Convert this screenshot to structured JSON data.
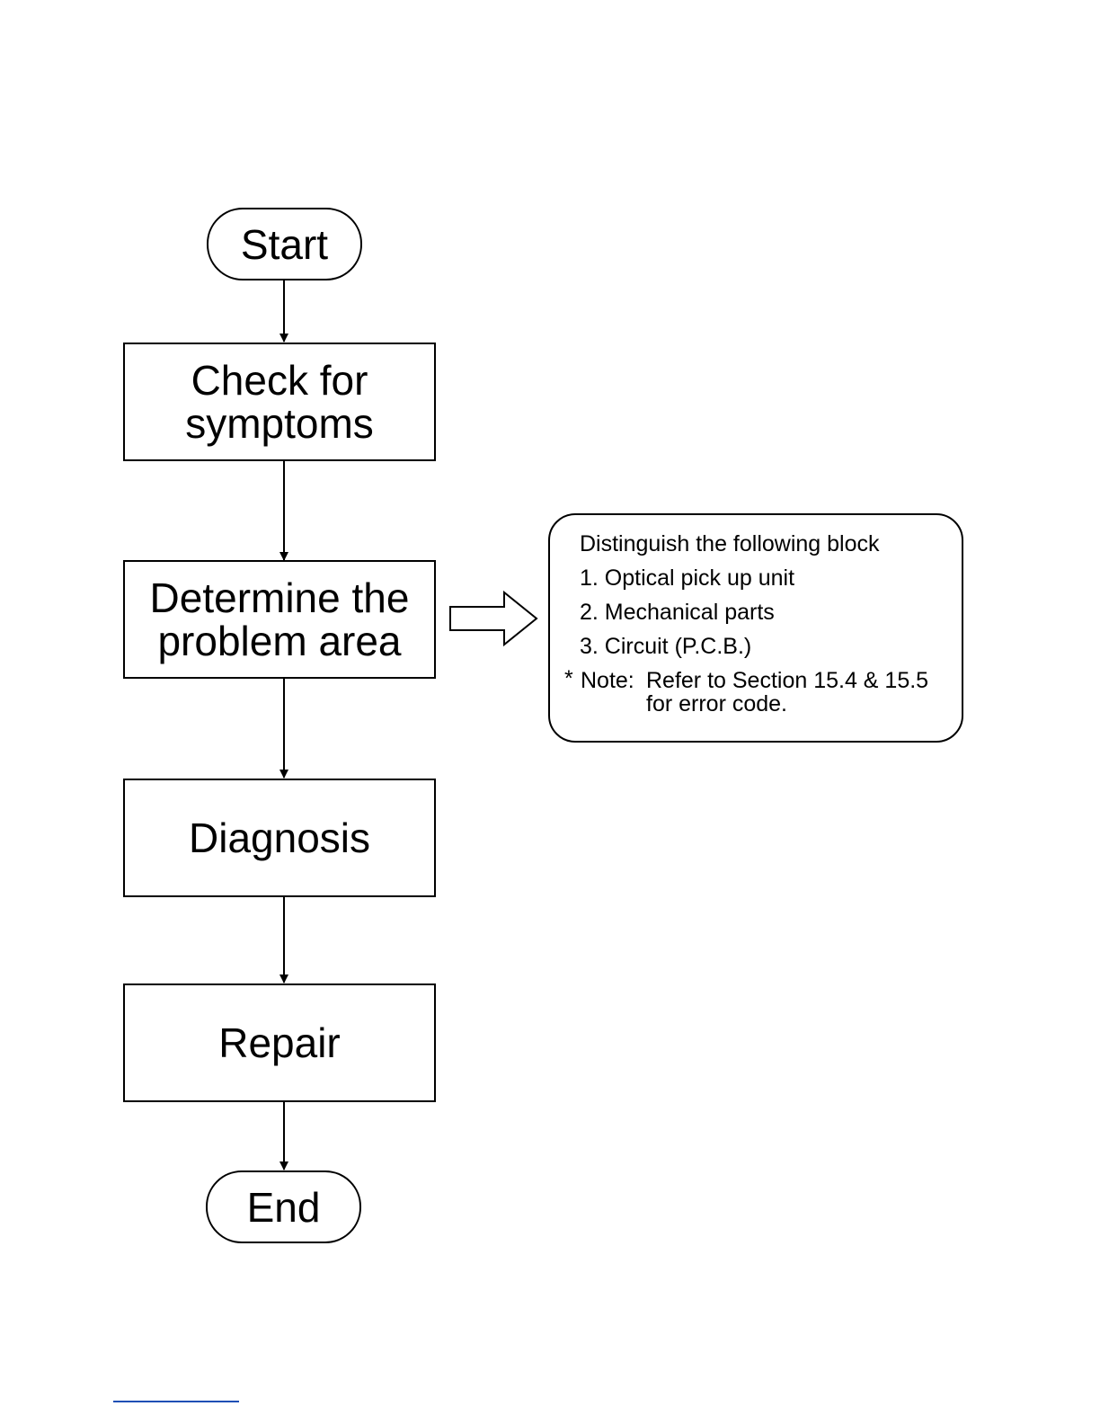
{
  "flowchart": {
    "start": "Start",
    "check": [
      "Check for",
      "symptoms"
    ],
    "determine": [
      "Determine the",
      "problem area"
    ],
    "diagnosis": "Diagnosis",
    "repair": "Repair",
    "end": "End"
  },
  "info": {
    "heading": "Distinguish the following block",
    "items": [
      "1. Optical pick up unit",
      "2. Mechanical parts",
      "3. Circuit (P.C.B.)"
    ],
    "note_marker": "*",
    "note_label": "Note:",
    "note_line1": "Refer to Section 15.4 & 15.5",
    "note_line2": "for error code."
  },
  "colors": {
    "line": "#000000",
    "underline": "#1f4fb5"
  }
}
